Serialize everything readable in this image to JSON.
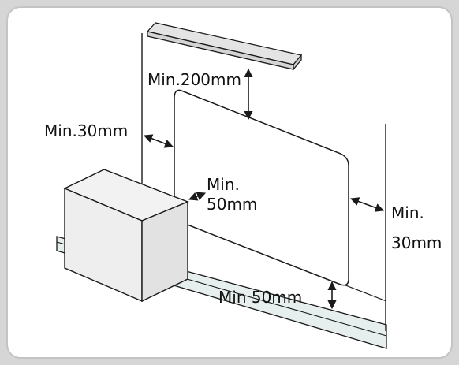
{
  "labels": {
    "top_clearance": "Min.200mm",
    "left_clearance": "Min.30mm",
    "side_clearance_line1": "Min.",
    "side_clearance_line2": "50mm",
    "right_clearance_line1": "Min.",
    "right_clearance_line2": "30mm",
    "bottom_clearance": "Min 50mm"
  },
  "colors": {
    "outline": "#1a1a1a",
    "shelf_fill": "#e4e4e4",
    "floor_fill": "#e6eeee",
    "box_fill": "#eeeeee",
    "frame_border": "#c4c4c4",
    "background": "#d6d6d6"
  },
  "icons": {
    "arrow": "double-headed-arrow"
  }
}
